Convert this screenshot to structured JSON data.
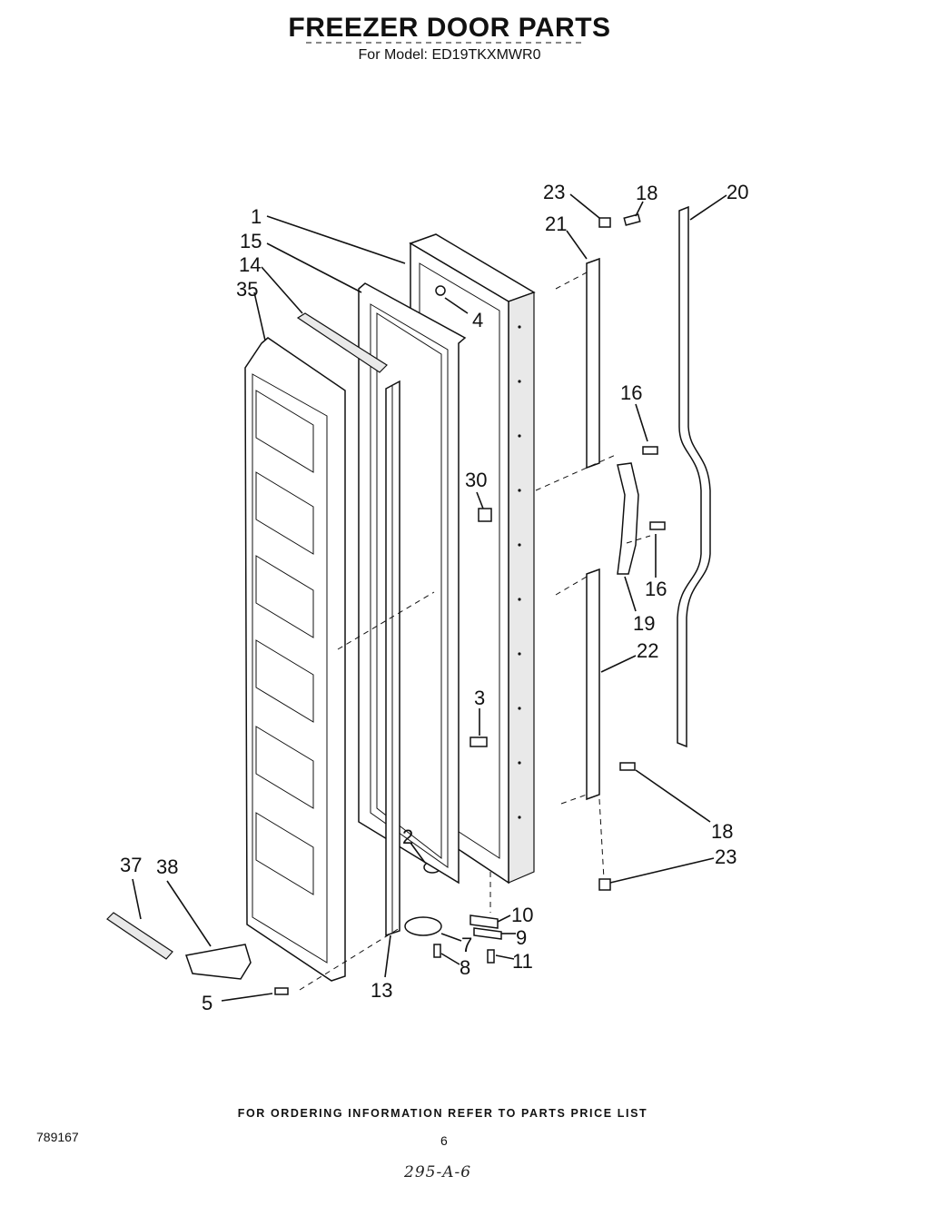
{
  "title": "FREEZER DOOR PARTS",
  "model": "For Model: ED19TKXMWR0",
  "footer": {
    "ordering_note": "FOR ORDERING INFORMATION REFER TO PARTS PRICE LIST",
    "doc_number": "789167",
    "page_number": "6",
    "handwritten": "295-A-6"
  },
  "callouts": [
    {
      "id": "c1",
      "label": "1"
    },
    {
      "id": "c15",
      "label": "15"
    },
    {
      "id": "c14",
      "label": "14"
    },
    {
      "id": "c35",
      "label": "35"
    },
    {
      "id": "c4",
      "label": "4"
    },
    {
      "id": "c23a",
      "label": "23"
    },
    {
      "id": "c18a",
      "label": "18"
    },
    {
      "id": "c21",
      "label": "21"
    },
    {
      "id": "c20",
      "label": "20"
    },
    {
      "id": "c16a",
      "label": "16"
    },
    {
      "id": "c30",
      "label": "30"
    },
    {
      "id": "c16b",
      "label": "16"
    },
    {
      "id": "c19",
      "label": "19"
    },
    {
      "id": "c22",
      "label": "22"
    },
    {
      "id": "c3",
      "label": "3"
    },
    {
      "id": "c18b",
      "label": "18"
    },
    {
      "id": "c23b",
      "label": "23"
    },
    {
      "id": "c2",
      "label": "2"
    },
    {
      "id": "c10",
      "label": "10"
    },
    {
      "id": "c9",
      "label": "9"
    },
    {
      "id": "c7",
      "label": "7"
    },
    {
      "id": "c11",
      "label": "11"
    },
    {
      "id": "c8",
      "label": "8"
    },
    {
      "id": "c13",
      "label": "13"
    },
    {
      "id": "c37",
      "label": "37"
    },
    {
      "id": "c38",
      "label": "38"
    },
    {
      "id": "c5",
      "label": "5"
    }
  ]
}
